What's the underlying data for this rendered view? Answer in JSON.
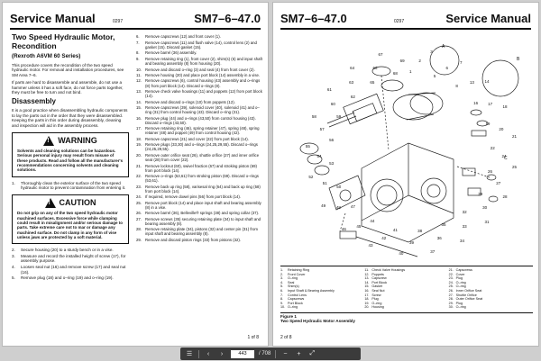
{
  "left_page": {
    "header": {
      "manual": "Service Manual",
      "code": "0297",
      "model": "SM7–6–47.0"
    },
    "title": "Two Speed Hydraulic Motor, Recondition",
    "subtitle": "(Rexroth A6VM 60 Series)",
    "intro": "This procedure covers the recondition of the two speed hydraulic motor. For removal and installation procedures, see SM Area 7–6.",
    "intro2": "If parts are hard to disassemble and assemble, do not use a hammer unless it has a soft face, do not force parts together, they must be free to turn and not bind.",
    "section": "Disassembly",
    "section_intro": "It is a good practice when disassembling hydraulic components to lay the parts out in the order that they were disassembled. Keeping the parts in this order during disassembly, cleaning and inspection will aid in the assembly process.",
    "warning": {
      "title": "WARNING",
      "text": "Solvents and cleaning solutions can be hazardous. Serious personal injury may result from misuse of these products. Read and follow all the manufacturer's recommendations concerning solvents and cleaning solutions."
    },
    "steps_a": [
      {
        "n": "1.",
        "t": "Thoroughly clean the exterior surface of the two speed hydraulic motor to prevent contamination from entering it."
      }
    ],
    "caution": {
      "title": "CAUTION",
      "text": "Do not grip on any of the two speed hydraulic motor machined surfaces. Excessive force while clamping could result in misalignment and/or serious damage to parts. Take extreme care not to mar or damage any machined surface. Do not clamp in any form of vise unless jaws are protected by a soft material."
    },
    "steps_b": [
      {
        "n": "2.",
        "t": "Secure housing (20) to a sturdy bench or in a vise."
      },
      {
        "n": "3.",
        "t": "Measure and record the installed height of screw (17), for assembly purpose."
      },
      {
        "n": "4.",
        "t": "Loosen seal nut (16) and remove screw (17) and seal nut (16)."
      },
      {
        "n": "5.",
        "t": "Remove plug (18) and o–ring (19) and o–ring (19)."
      }
    ],
    "steps_c": [
      {
        "n": "6.",
        "t": "Remove capscrews (12) and front cover (1)."
      },
      {
        "n": "7.",
        "t": "Remove capscrews (11) and flush valve (14), control lens (2) and gasket (15). Discard gasket (15)."
      },
      {
        "n": "8.",
        "t": "Remove barrel (36) assembly."
      },
      {
        "n": "9.",
        "t": "Remove retaining ring (1), front cover (2), shim(s) (6) and input shaft and bearing assembly (8) from housing (20)."
      },
      {
        "n": "10.",
        "t": "Remove and discard o–ring (3) and seal (4) from front cover (2)."
      },
      {
        "n": "11.",
        "t": "Remove housing (20) and place port block (14) assembly in a vise."
      },
      {
        "n": "12.",
        "t": "Remove capscrews (6), control housing (43) assembly and o–rings (8) from port block (14). Discard o–rings (8)."
      },
      {
        "n": "13.",
        "t": "Remove check valve housings (11) and poppets (12) from port block (14)."
      },
      {
        "n": "14.",
        "t": "Remove and discard o–rings (10) from poppets (12)."
      },
      {
        "n": "15.",
        "t": "Remove capscrews (39), solenoid cover (40), solenoid (41) and o–ring (31) from control housing (43). Discard o–ring (31)."
      },
      {
        "n": "16.",
        "t": "Remove plug (44) and o–rings (43,50) from control housing (43). Discard o–rings (43,50)."
      },
      {
        "n": "17.",
        "t": "Remove retaining ring (46), spring retainer (47), spring (48), spring retainer (48) and poppet (49) from control housing (42)."
      },
      {
        "n": "18.",
        "t": "Remove capscrews (21) and cover (22) from port block (14)."
      },
      {
        "n": "19.",
        "t": "Remove plugs (33,30) and o–rings (24,25,29,55). Discard o–rings (24,25,29,55)."
      },
      {
        "n": "20.",
        "t": "Remove outer orifice seat (26), shuttle orifice (27) and inner orifice seat (28) from cover (22)."
      },
      {
        "n": "21.",
        "t": "Remove locknut (60), swivel fraction (67) and stroking piston (69) from port block (14)."
      },
      {
        "n": "22.",
        "t": "Remove o–rings (53,61) from stroking piston (69). Discard o–rings (53,61)."
      },
      {
        "n": "23.",
        "t": "Remove back up ring (58), varisesal ring (64) and back up ring (58) from port block (14)."
      },
      {
        "n": "24.",
        "t": "If required, remove dowel pins (56) from port block (14)."
      },
      {
        "n": "25.",
        "t": "Remove port block (14) and place input shaft and bearing assembly (8) in a vise."
      },
      {
        "n": "26.",
        "t": "Remove barrel (36), Belleville® springs (38) and spring collar (37)."
      },
      {
        "n": "27.",
        "t": "Remove screws (35) securing retaining plate (34) to input shaft and bearing assembly (8)."
      },
      {
        "n": "28.",
        "t": "Remove retaining plate (34), pistons (32) and center pin (31) from input shaft and bearing assembly (8)."
      },
      {
        "n": "29.",
        "t": "Remove and discard piston rings (33) from pistons (32)."
      }
    ],
    "page_number": "1 of 8"
  },
  "right_page": {
    "header": {
      "model": "SM7–6–47.0",
      "code": "0297",
      "manual": "Service Manual"
    },
    "callouts": [
      "A",
      "B",
      "C",
      "1",
      "2",
      "3",
      "5",
      "6",
      "7",
      "8",
      "13",
      "14",
      "16",
      "17",
      "18",
      "19",
      "20",
      "21",
      "22",
      "24",
      "25",
      "26",
      "27",
      "28",
      "29",
      "30",
      "31",
      "32",
      "33",
      "34",
      "35",
      "36",
      "37",
      "38",
      "39",
      "40",
      "41",
      "42",
      "43",
      "44",
      "45",
      "46",
      "47",
      "48",
      "49",
      "50",
      "51",
      "52",
      "53",
      "54",
      "55",
      "56",
      "57",
      "58",
      "59",
      "60",
      "61",
      "62",
      "63",
      "64",
      "65",
      "66",
      "67",
      "68",
      "69"
    ],
    "legend": [
      [
        {
          "n": "1.",
          "t": "Retaining Ring"
        },
        {
          "n": "2.",
          "t": "Front Cover"
        },
        {
          "n": "3.",
          "t": "O–ring"
        },
        {
          "n": "4.",
          "t": "Seal"
        },
        {
          "n": "5.",
          "t": "Shim(s)"
        },
        {
          "n": "6.",
          "t": "Input Shaft & Bearing Assembly"
        },
        {
          "n": "7.",
          "t": "Control Lens"
        },
        {
          "n": "8.",
          "t": "Capscrews"
        },
        {
          "n": "9.",
          "t": "Port Block"
        },
        {
          "n": "10.",
          "t": "O–ring"
        }
      ],
      [
        {
          "n": "11.",
          "t": "Check Valve Housings"
        },
        {
          "n": "12.",
          "t": "Poppets"
        },
        {
          "n": "13.",
          "t": "Capscrew"
        },
        {
          "n": "14.",
          "t": "Port Block"
        },
        {
          "n": "15.",
          "t": "Gasket"
        },
        {
          "n": "16.",
          "t": "Seal Nut"
        },
        {
          "n": "17.",
          "t": "Screw"
        },
        {
          "n": "18.",
          "t": "Plug"
        },
        {
          "n": "19.",
          "t": "O–ring"
        },
        {
          "n": "20.",
          "t": "Housing"
        }
      ],
      [
        {
          "n": "21.",
          "t": "Capscrews"
        },
        {
          "n": "22.",
          "t": "Cover"
        },
        {
          "n": "23.",
          "t": "Plug"
        },
        {
          "n": "24.",
          "t": "O–ring"
        },
        {
          "n": "25.",
          "t": "O–ring"
        },
        {
          "n": "26.",
          "t": "Inner Orifice Seat"
        },
        {
          "n": "27.",
          "t": "Shuttle Orifice"
        },
        {
          "n": "28.",
          "t": "Outer Orifice Seat"
        },
        {
          "n": "29.",
          "t": "Plug"
        },
        {
          "n": "30.",
          "t": "O–ring"
        }
      ]
    ],
    "figure_label": "Figure 1",
    "figure_caption": "Two Speed Hydraulic Motor Assembly",
    "page_number": "2 of 8"
  },
  "toolbar": {
    "current_page": "443",
    "total_pages": "/ 708",
    "icons": [
      "sidebar-toggle-icon",
      "prev-page-icon",
      "next-page-icon",
      "zoom-out-icon",
      "zoom-in-icon",
      "fit-page-icon"
    ]
  }
}
